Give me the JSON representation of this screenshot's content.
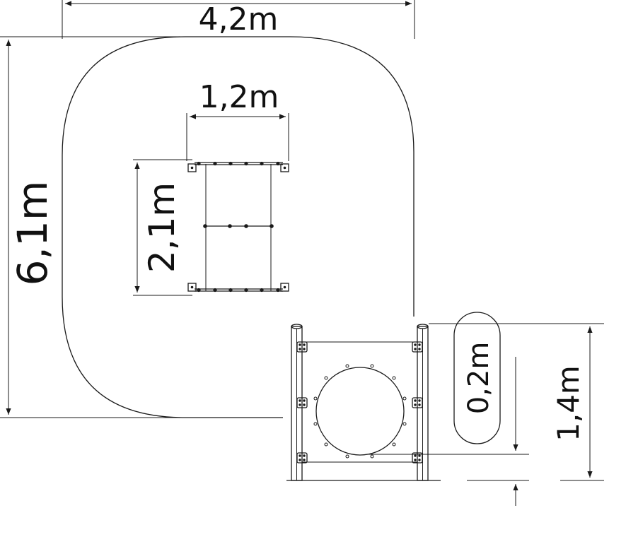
{
  "dimensions": {
    "total_width": "4,2m",
    "total_length": "6,1m",
    "module_width": "1,2m",
    "module_length": "2,1m",
    "height": "1,4m",
    "ground_clearance": "0,2m"
  },
  "colors": {
    "line": "#1a1a1a",
    "background": "#ffffff"
  }
}
